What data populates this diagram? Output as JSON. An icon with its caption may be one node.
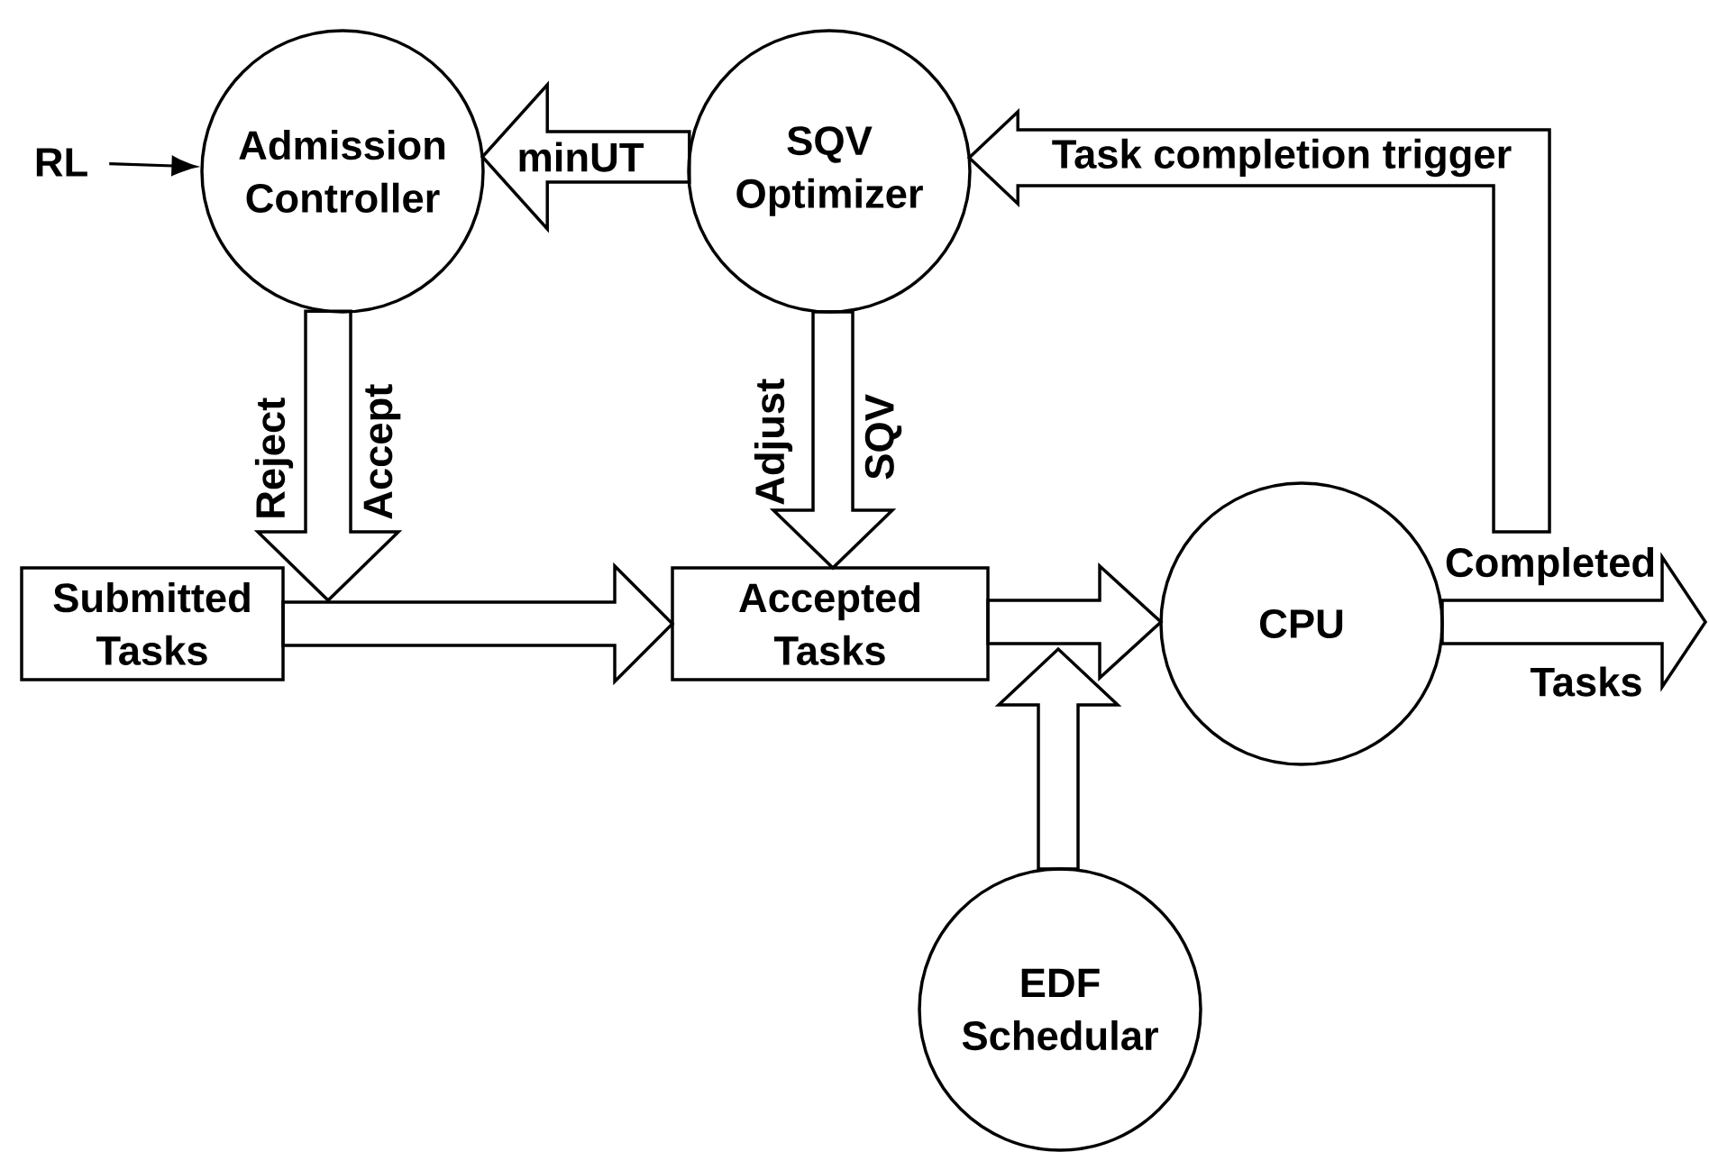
{
  "diagram": {
    "nodes": [
      {
        "text": [
          "RL"
        ]
      },
      {
        "text": [
          "Admission Controller"
        ]
      },
      {
        "text": [
          "SQV Optimizer"
        ]
      },
      {
        "text": [
          "Submitted Tasks"
        ]
      },
      {
        "text": [
          "Accepted Tasks"
        ]
      },
      {
        "text": [
          "CPU"
        ]
      },
      {
        "text": [
          "EDF Schedular"
        ]
      }
    ],
    "edges": [
      {
        "from": 0,
        "to": 1,
        "arrow": "to"
      },
      {
        "from": 2,
        "to": 1,
        "arrow": "to",
        "label": "minUT",
        "style": "thick"
      },
      {
        "from": 1,
        "to": 3,
        "arrow": "to",
        "label": "Reject",
        "style": "thick"
      },
      {
        "from": 3,
        "to": 4,
        "arrow": "to",
        "style": "thick"
      },
      {
        "from": 2,
        "to": 4,
        "arrow": "to",
        "label": "Adjust",
        "style": "thick"
      },
      {
        "from": 4,
        "to": 5,
        "arrow": "to",
        "style": "thick"
      },
      {
        "from": 6,
        "to": 5,
        "arrow": "to",
        "style": "thick"
      },
      {
        "from": 5,
        "to": null,
        "arrow": "to",
        "label": "Completed",
        "style": "thick"
      },
      {
        "from": 5,
        "to": 2,
        "arrow": "to",
        "label": "Task completion trigger",
        "style": "thick"
      }
    ],
    "labels": [
      "Accept",
      "SQV",
      "Tasks"
    ]
  }
}
